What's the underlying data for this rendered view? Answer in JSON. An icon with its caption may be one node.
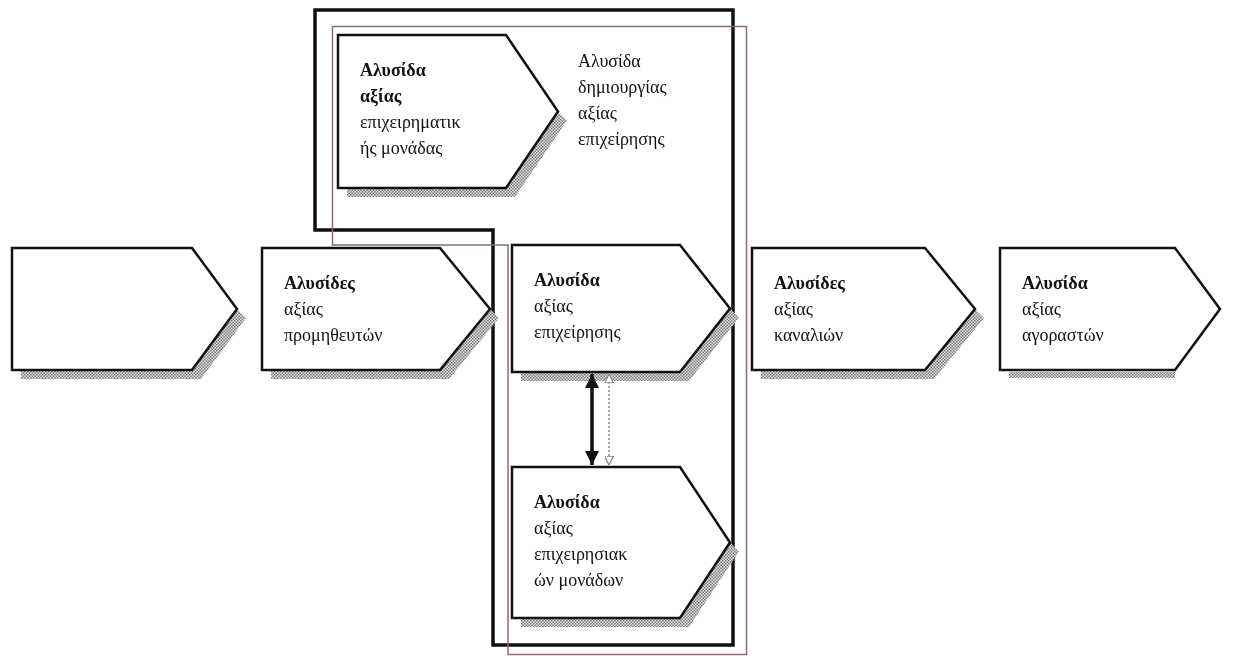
{
  "diagram": {
    "nodes": [
      {
        "text": [
          "Αλυσίδα δημιουργίας αξίας επιχείρησης"
        ]
      },
      {
        "text": [
          "**Αλυσίδα αξίας** επιχειρηματικ ής μονάδας"
        ],
        "in": 0
      },
      {
        "text": [],
        "shape": "chevron"
      },
      {
        "text": [
          "**Αλυσίδες** αξίας προμηθευτών"
        ]
      },
      {
        "text": [
          "**Αλυσίδα** αξίας επιχείρησης"
        ],
        "in": 0
      },
      {
        "text": [
          "**Αλυσίδες** αξίας καναλιών"
        ]
      },
      {
        "text": [
          "**Αλυσίδα** αξίας αγοραστών"
        ]
      },
      {
        "text": [
          "**Αλυσίδα** αξίας επιχειρησιακ ών μονάδων"
        ],
        "in": 0
      }
    ],
    "edges": [
      {
        "from": 4,
        "to": 7,
        "arrow": "both",
        "style": "thick"
      },
      {
        "from": 4,
        "to": 7,
        "arrow": "both",
        "style": "dashed",
        "color": "#8a8a8a"
      }
    ]
  }
}
